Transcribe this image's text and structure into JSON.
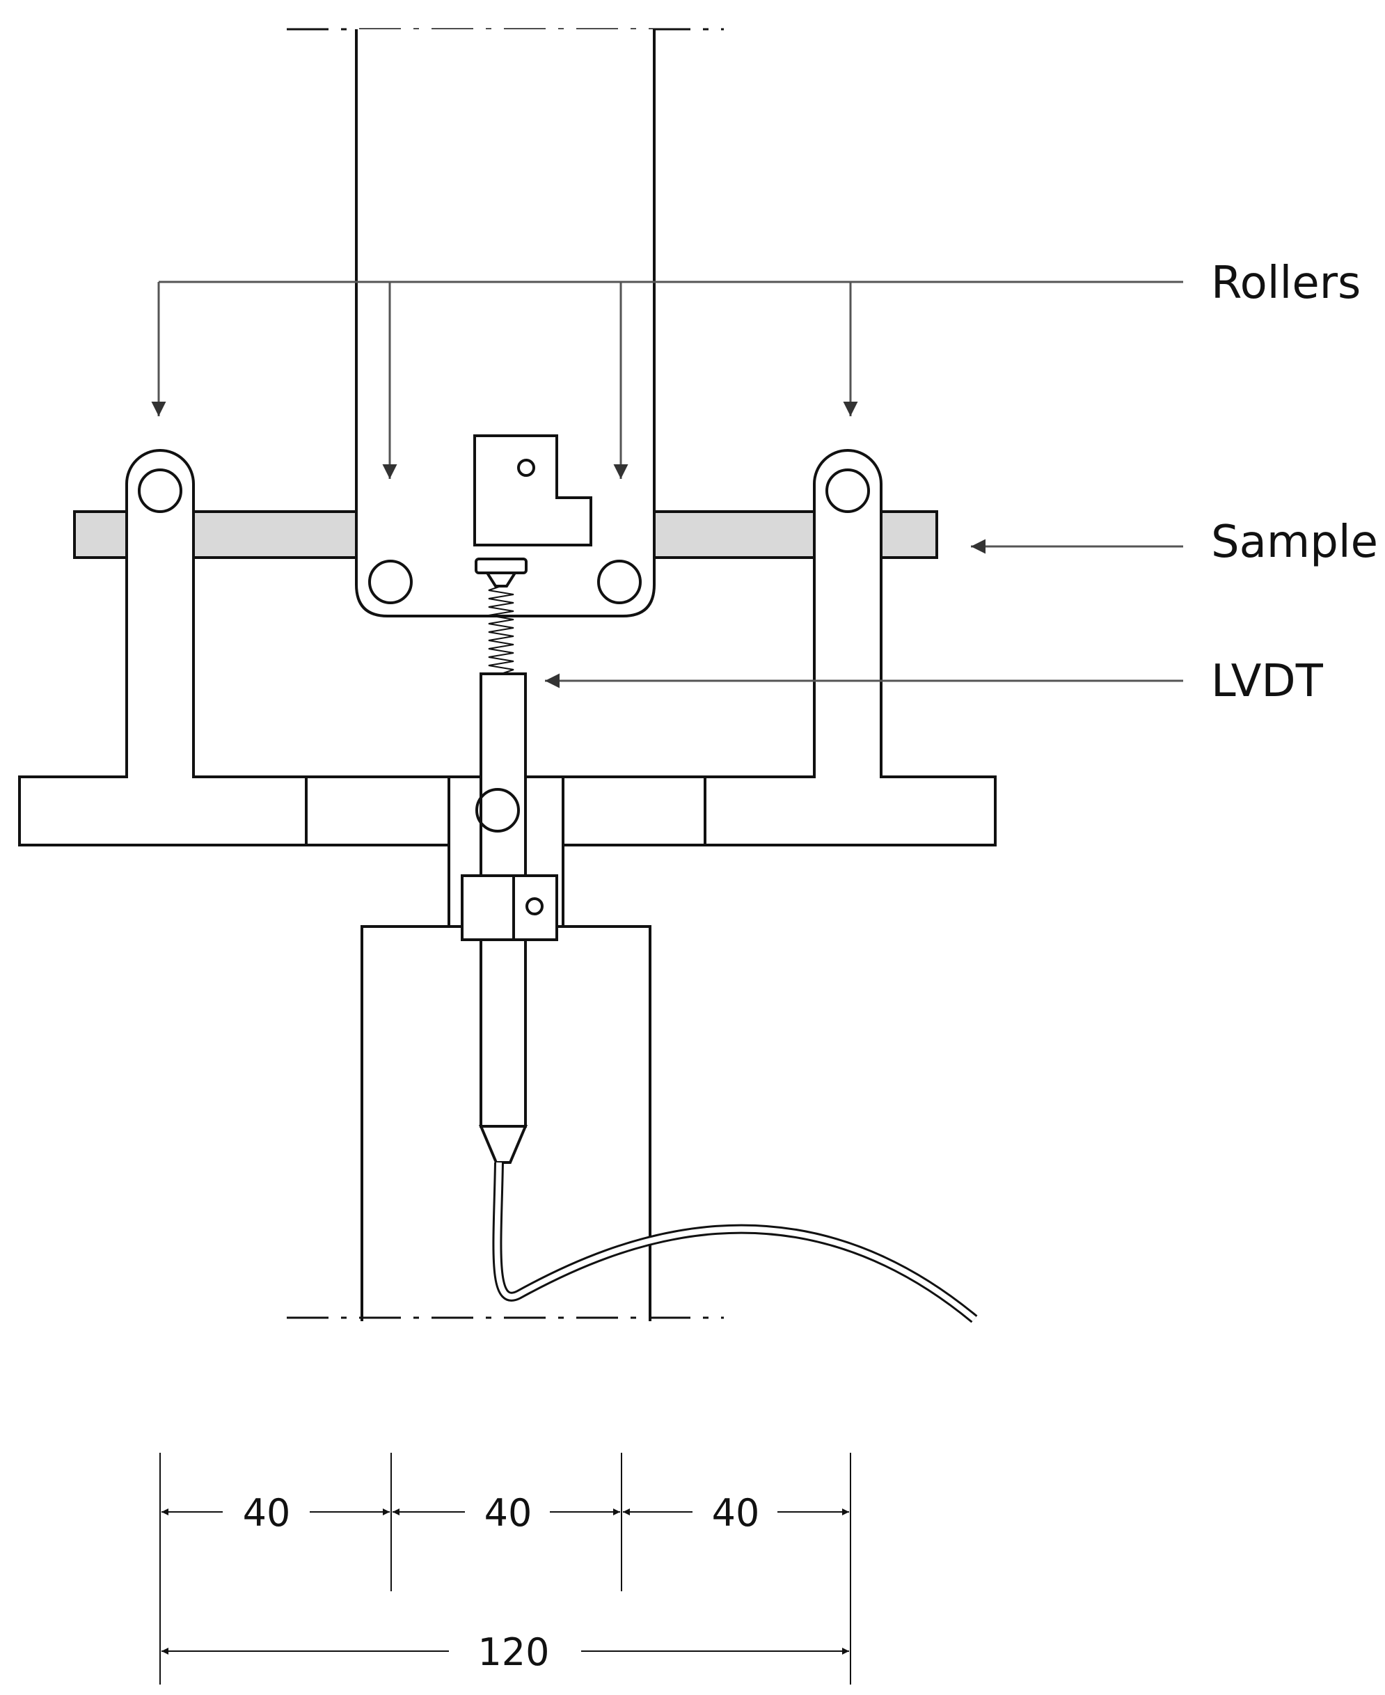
{
  "labels": {
    "rollers": "Rollers",
    "sample": "Sample",
    "lvdt": "LVDT"
  },
  "dimensions": {
    "span_1": "40",
    "span_2": "40",
    "span_3": "40",
    "total": "120"
  },
  "colors": {
    "line": "#111111",
    "sample_fill": "#d9d9d9",
    "arrow": "#333333",
    "leader": "#555555"
  }
}
